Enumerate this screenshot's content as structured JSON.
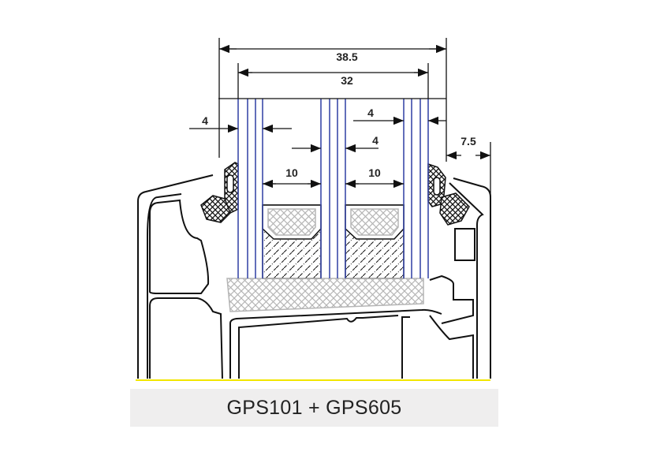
{
  "title": "GPS101 + GPS605",
  "dimensions": {
    "overall_width": "38.5",
    "glass_width": "32",
    "pane_left": "4",
    "pane_middle": "4",
    "pane_right": "4",
    "rebate": "7.5",
    "spacer_left": "10",
    "spacer_right": "10"
  },
  "colors": {
    "glass_line": "#3b4aa8",
    "outline": "#111111",
    "hatch": "#b5b5b5",
    "caption_bg": "#efeeee",
    "base_line": "#f2e600"
  }
}
